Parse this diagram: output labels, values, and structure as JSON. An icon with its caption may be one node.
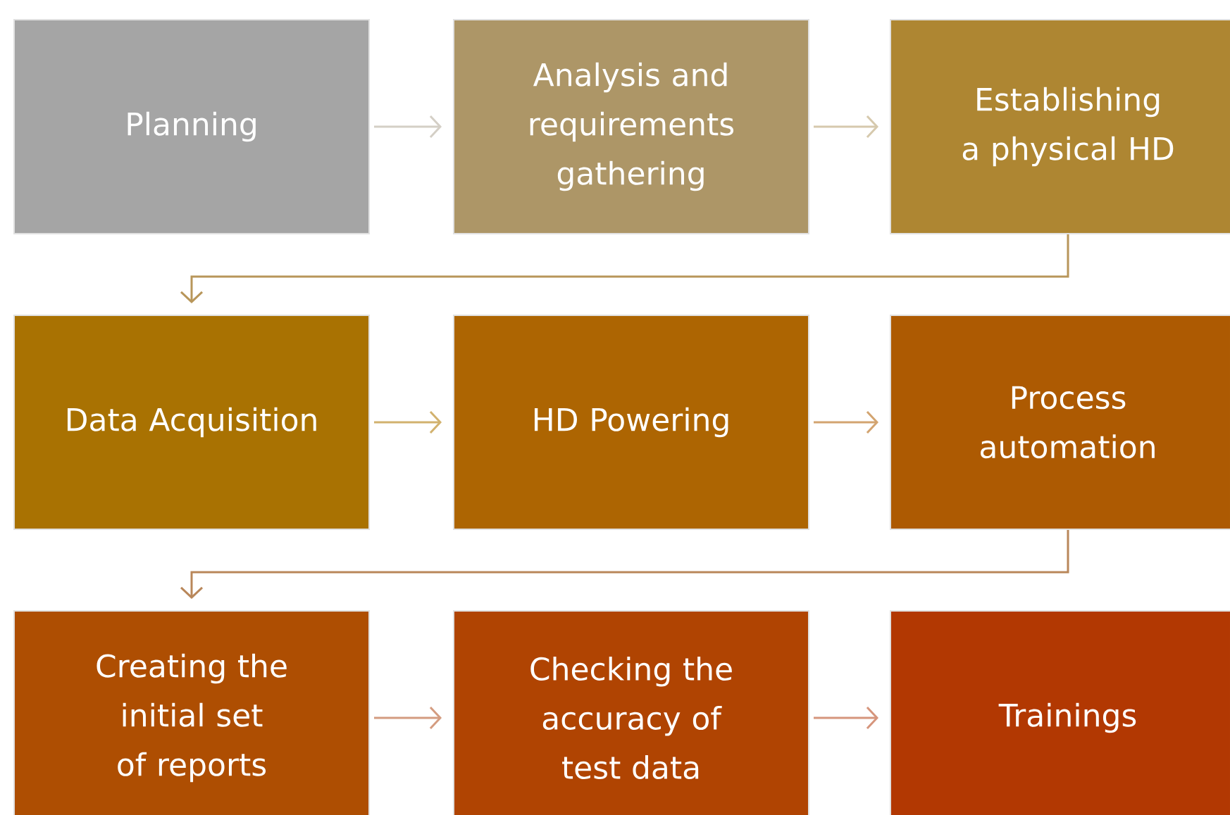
{
  "diagram": {
    "nodes": [
      {
        "text": [
          "Planning"
        ]
      },
      {
        "text": [
          "Analysis and requirements gathering"
        ]
      },
      {
        "text": [
          "Establishing a physical HD"
        ]
      },
      {
        "text": [
          "Data Acquisition"
        ]
      },
      {
        "text": [
          "HD Powering"
        ]
      },
      {
        "text": [
          "Process automation"
        ]
      },
      {
        "text": [
          "Creating the initial set of reports"
        ]
      },
      {
        "text": [
          "Checking the accuracy of test data"
        ]
      },
      {
        "text": [
          "Trainings"
        ]
      }
    ],
    "edges": [
      {
        "from": 0,
        "to": 1,
        "arrow": "to",
        "color": "#d4cfc6"
      },
      {
        "from": 1,
        "to": 2,
        "arrow": "to",
        "color": "#d6c9ad"
      },
      {
        "from": 2,
        "to": 3,
        "arrow": "to",
        "color": "#b8965a"
      },
      {
        "from": 3,
        "to": 4,
        "arrow": "to",
        "color": "#d2b26e"
      },
      {
        "from": 4,
        "to": 5,
        "arrow": "to",
        "color": "#d3a470"
      },
      {
        "from": 5,
        "to": 6,
        "arrow": "to",
        "color": "#b9875a"
      },
      {
        "from": 6,
        "to": 7,
        "arrow": "to",
        "color": "#d49c80"
      },
      {
        "from": 7,
        "to": 8,
        "arrow": "to",
        "color": "#d6957c"
      }
    ]
  }
}
